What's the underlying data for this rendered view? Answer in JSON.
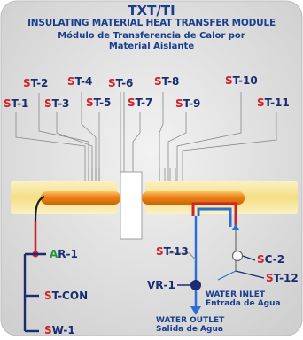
{
  "title": "TXT/TI",
  "subtitle_en": "INSULATING MATERIAL HEAT TRANSFER MODULE",
  "subtitle_es_line1": "Módulo de Transferencia de Calor por",
  "subtitle_es_line2": "Material Aislante",
  "sensors_top": [
    {
      "prefix": "S",
      "suffix": "T-1"
    },
    {
      "prefix": "S",
      "suffix": "T-2"
    },
    {
      "prefix": "S",
      "suffix": "T-3"
    },
    {
      "prefix": "S",
      "suffix": "T-4"
    },
    {
      "prefix": "S",
      "suffix": "T-5"
    },
    {
      "prefix": "S",
      "suffix": "T-6"
    },
    {
      "prefix": "S",
      "suffix": "T-7"
    },
    {
      "prefix": "S",
      "suffix": "T-8"
    },
    {
      "prefix": "S",
      "suffix": "T-9"
    },
    {
      "prefix": "S",
      "suffix": "T-10"
    },
    {
      "prefix": "S",
      "suffix": "T-11"
    }
  ],
  "st13": {
    "prefix": "S",
    "suffix": "T-13"
  },
  "sc2": {
    "prefix": "S",
    "suffix": "C-2"
  },
  "st12": {
    "prefix": "S",
    "suffix": "T-12"
  },
  "vr1": {
    "prefix": "V",
    "suffix": "R-1"
  },
  "water_inlet_en": "WATER INLET",
  "water_inlet_es": "Entrada de Agua",
  "water_outlet_en": "WATER OUTLET",
  "water_outlet_es": "Salida de Agua",
  "ar1": {
    "prefix": "A",
    "suffix": "R-1"
  },
  "stcon": {
    "prefix": "S",
    "suffix": "T-CON"
  },
  "sw1": {
    "prefix": "S",
    "suffix": "W-1"
  },
  "colors": {
    "panel": "#dcdcdc",
    "title": "#1a3e8c",
    "label": "#1a2d6e",
    "prefix_red": "#d4202a",
    "prefix_green": "#1f9a3a",
    "water_blue": "#2a6fd1",
    "insulation": "#f6e59a",
    "rod": "#ef8a1e"
  }
}
